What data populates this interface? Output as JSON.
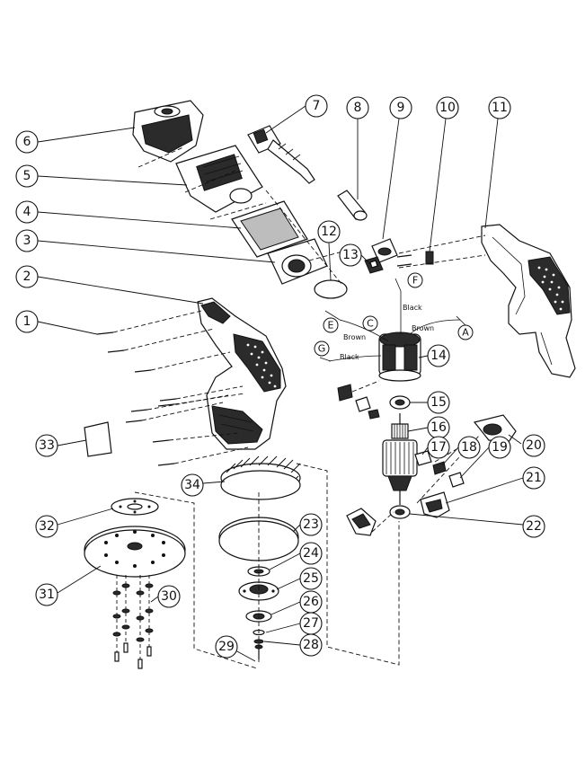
{
  "callouts": [
    "1",
    "2",
    "3",
    "4",
    "5",
    "6",
    "7",
    "8",
    "9",
    "10",
    "11",
    "12",
    "13",
    "14",
    "15",
    "16",
    "17",
    "18",
    "19",
    "20",
    "21",
    "22",
    "23",
    "24",
    "25",
    "26",
    "27",
    "28",
    "29",
    "30",
    "31",
    "32",
    "33",
    "34"
  ],
  "wire_terminals": [
    "A",
    "C",
    "E",
    "F",
    "G"
  ],
  "wire_labels": {
    "black_upper": "Black",
    "brown_right": "Brown",
    "brown_left": "Brown",
    "black_lower": "Black"
  }
}
